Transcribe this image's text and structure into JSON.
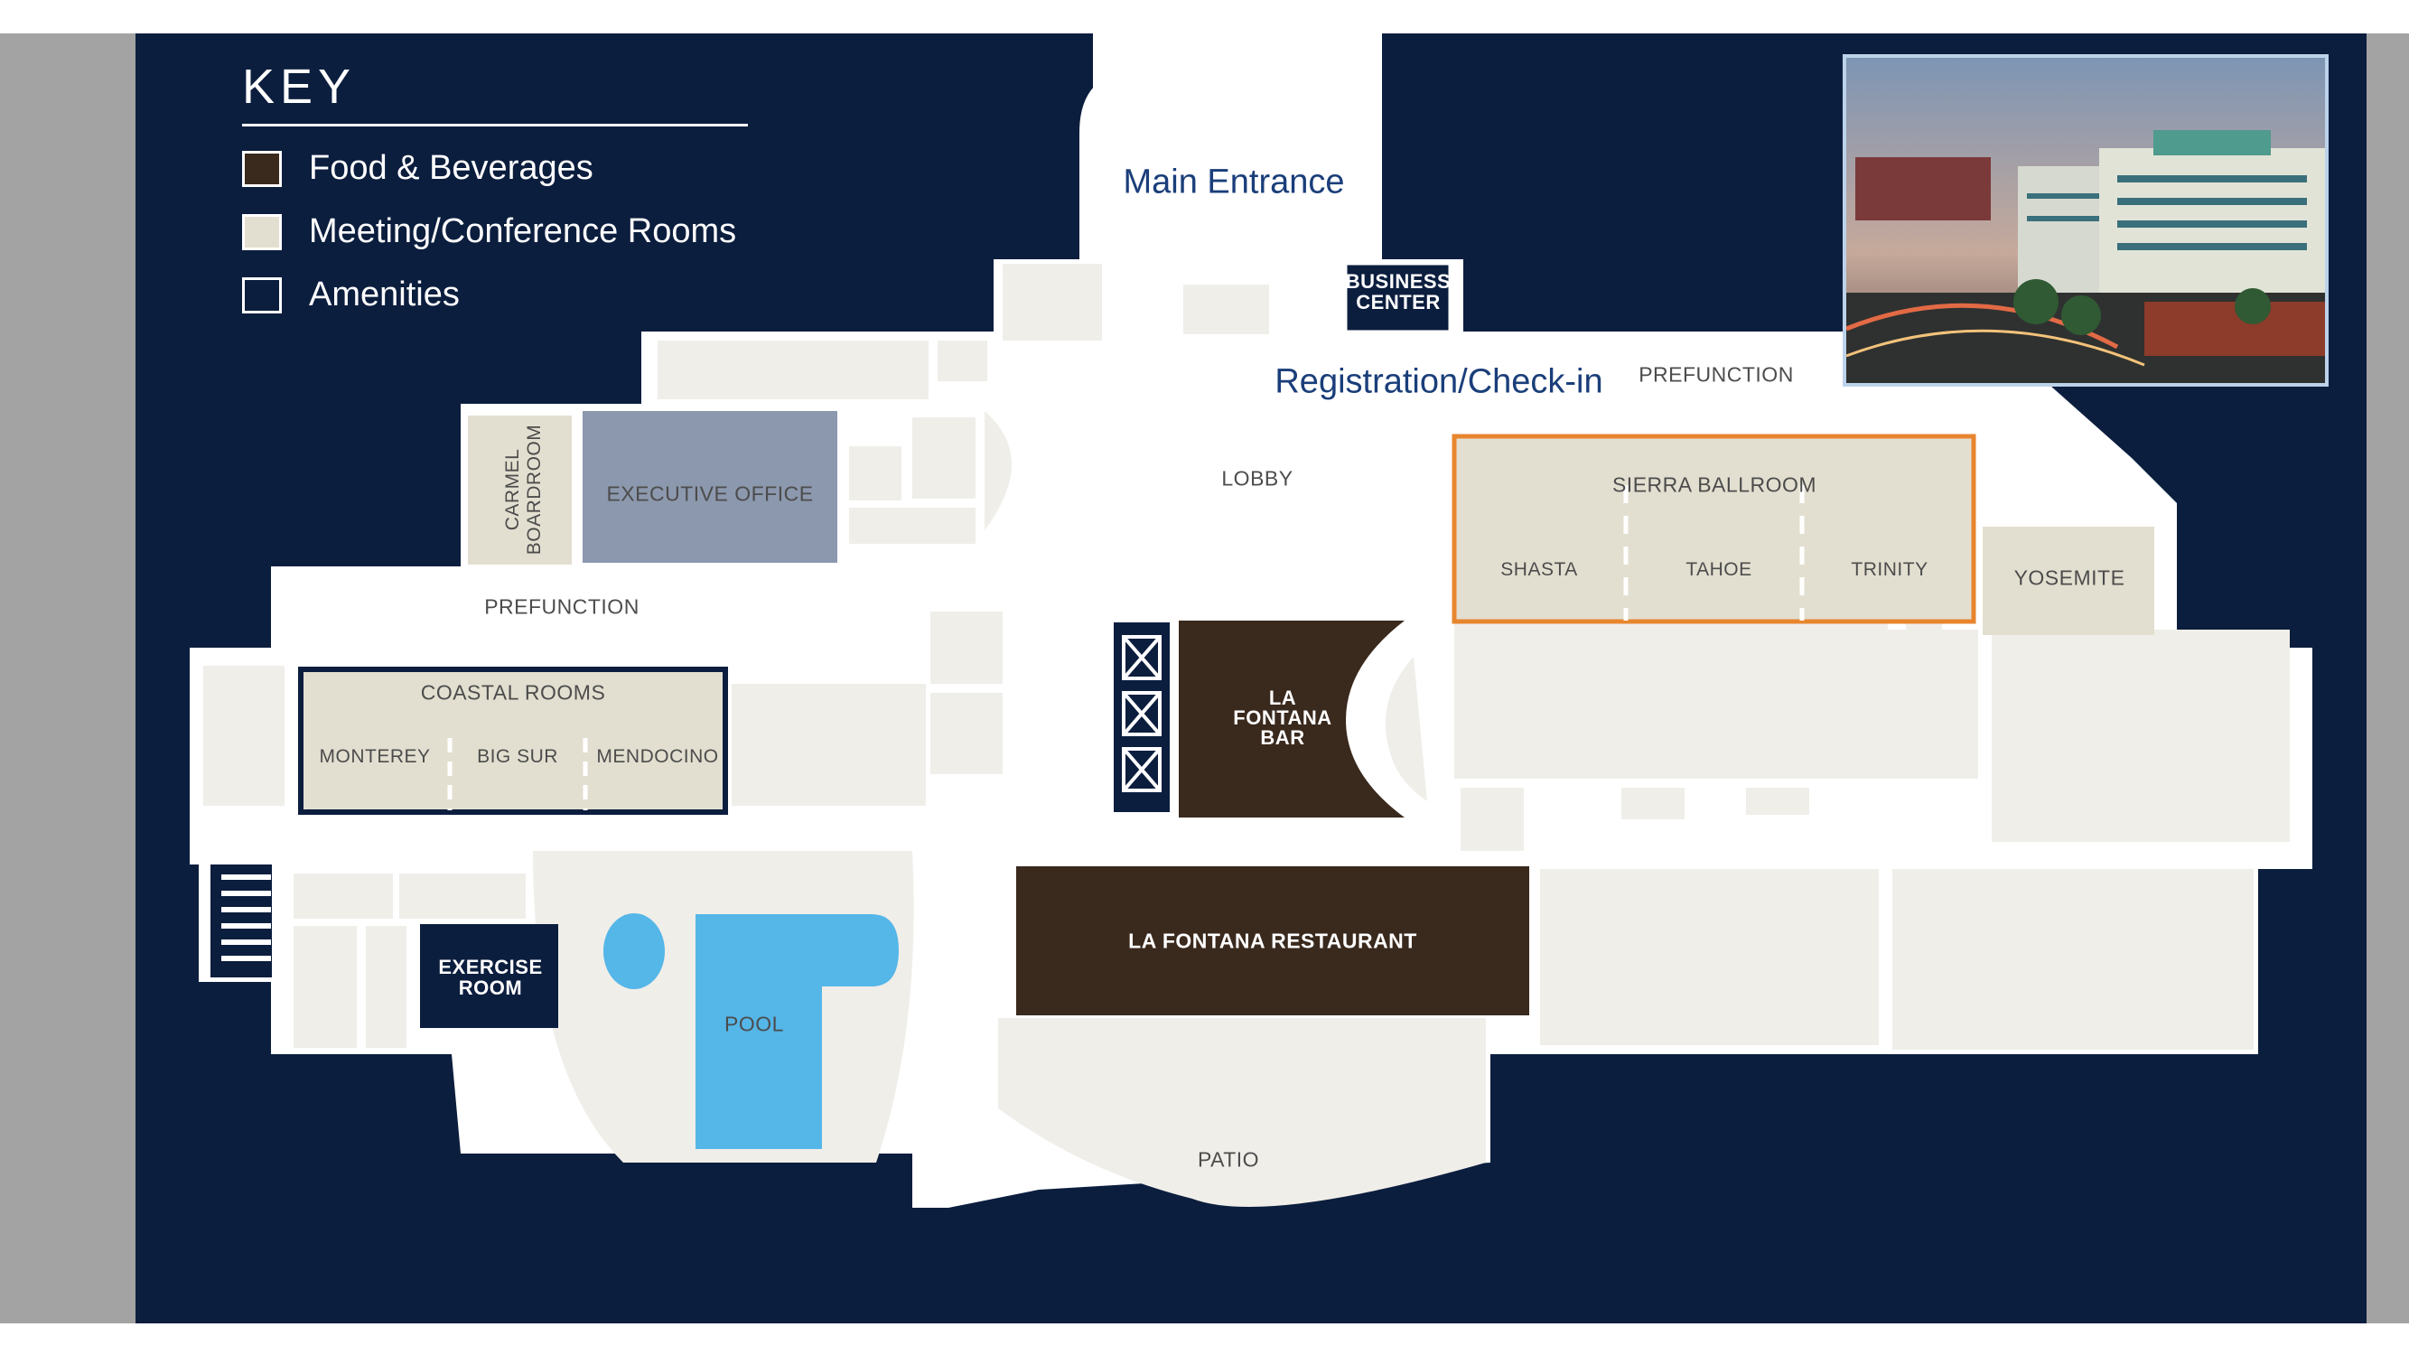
{
  "floor_title": "MAIN LEVEL",
  "key": {
    "title": "KEY",
    "items": [
      {
        "label": "Food & Beverages",
        "color": "#3a291d"
      },
      {
        "label": "Meeting/Conference Rooms",
        "color": "#e3dfd0"
      },
      {
        "label": "Amenities",
        "color": "#0c1e3e"
      }
    ]
  },
  "highlight_colors": {
    "sierra_ballroom": "#e8852f",
    "coastal_rooms": "#0c1e3e"
  },
  "labels": {
    "main_entrance": "Main Entrance",
    "business_center_1": "BUSINESS",
    "business_center_2": "CENTER",
    "registration": "Registration/Check-in",
    "prefunction_top": "PREFUNCTION",
    "lobby": "LOBBY",
    "carmel_1": "CARMEL",
    "carmel_2": "BOARDROOM",
    "executive_office": "EXECUTIVE OFFICE",
    "prefunction_left": "PREFUNCTION",
    "coastal_rooms": "COASTAL ROOMS",
    "monterey": "MONTEREY",
    "big_sur": "BIG SUR",
    "mendocino": "MENDOCINO",
    "sierra_ballroom": "SIERRA BALLROOM",
    "shasta": "SHASTA",
    "tahoe": "TAHOE",
    "trinity": "TRINITY",
    "yosemite": "YOSEMITE",
    "bar_1": "LA",
    "bar_2": "FONTANA",
    "bar_3": "BAR",
    "restaurant": "LA FONTANA RESTAURANT",
    "exercise_1": "EXERCISE",
    "exercise_2": "ROOM",
    "pool": "POOL",
    "patio": "PATIO"
  }
}
